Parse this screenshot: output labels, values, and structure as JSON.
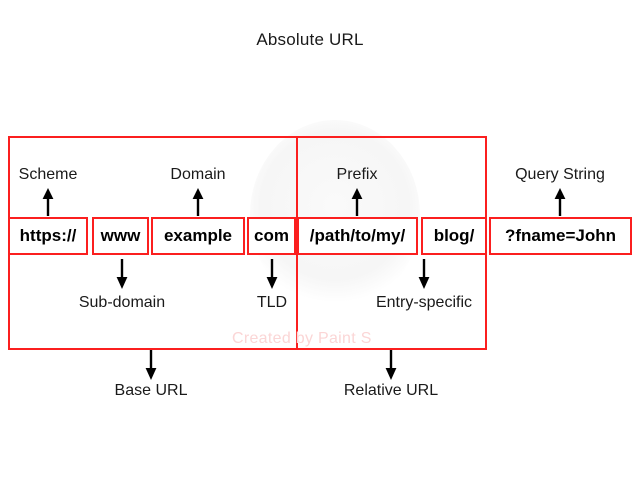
{
  "diagram": {
    "title": "Absolute URL",
    "watermark": "Created by Paint S",
    "accent_color": "#fb1f1f",
    "text_color": "#1a1a1a"
  },
  "url_tokens": [
    {
      "text": "https://",
      "name": "url-token-scheme"
    },
    {
      "text": "www",
      "name": "url-token-subdomain"
    },
    {
      "text": "example",
      "name": "url-token-domain"
    },
    {
      "text": "com",
      "name": "url-token-tld"
    },
    {
      "text": "/path/to/my/",
      "name": "url-token-prefix"
    },
    {
      "text": "blog/",
      "name": "url-token-entry"
    },
    {
      "text": "?fname=John",
      "name": "url-token-query"
    }
  ],
  "top_labels": [
    {
      "text": "Scheme",
      "name": "label-scheme"
    },
    {
      "text": "Domain",
      "name": "label-domain"
    },
    {
      "text": "Prefix",
      "name": "label-prefix"
    },
    {
      "text": "Query String",
      "name": "label-query-string"
    }
  ],
  "bottom_labels": [
    {
      "text": "Sub-domain",
      "name": "label-sub-domain"
    },
    {
      "text": "TLD",
      "name": "label-tld"
    },
    {
      "text": "Entry-specific",
      "name": "label-entry-specific"
    }
  ],
  "footer_labels": [
    {
      "text": "Base URL",
      "name": "label-base-url"
    },
    {
      "text": "Relative URL",
      "name": "label-relative-url"
    }
  ]
}
